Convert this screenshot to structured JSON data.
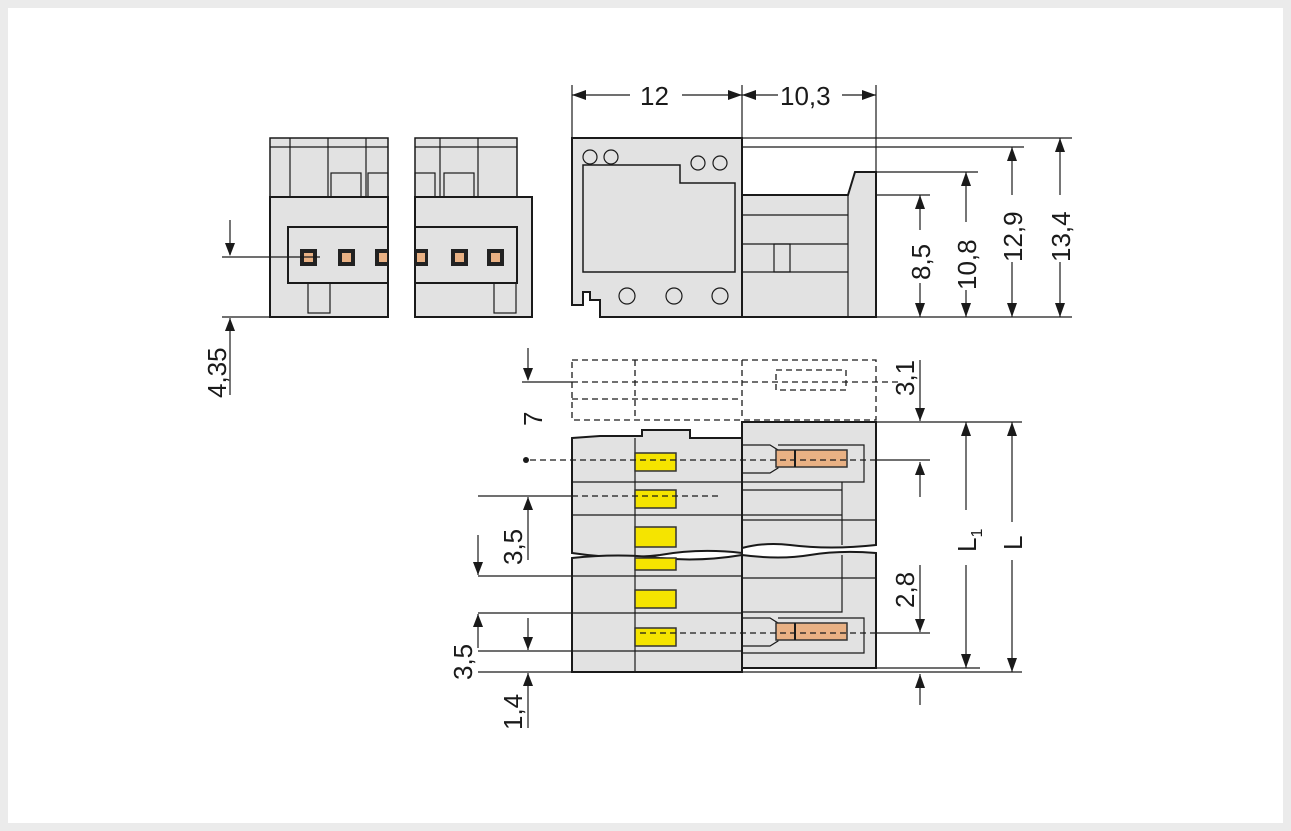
{
  "drawing": {
    "title": "Connector dimension drawing",
    "dimensions": {
      "width_body": "12",
      "width_pin": "10,3",
      "h_8_5": "8,5",
      "h_10_8": "10,8",
      "h_12_9": "12,9",
      "h_13_4": "13,4",
      "pin_offset": "4,35",
      "top_3_1": "3,1",
      "side_7": "7",
      "pitch_top": "3,5",
      "length_l1": "L",
      "length_l1_sub": "1",
      "length_l": "L",
      "pin_2_8": "2,8",
      "pitch_bottom": "3,5",
      "bottom_1_4": "1,4"
    },
    "colors": {
      "body": "#e2e2e2",
      "latch": "#f5e400",
      "contact": "#e9b184"
    }
  }
}
